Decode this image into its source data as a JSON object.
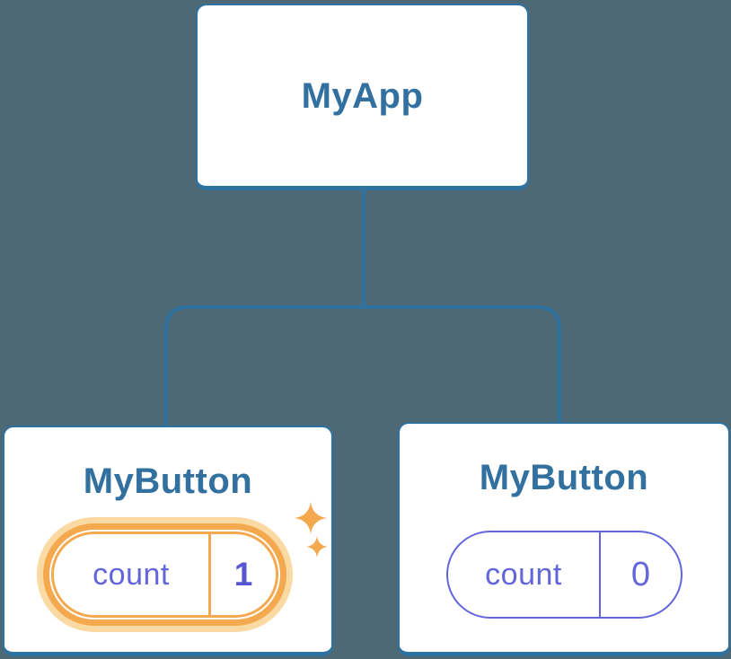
{
  "colors": {
    "background": "#4D6975",
    "connector_blue": "#2E72A2",
    "node_title_blue": "#31709F",
    "state_indigo": "#6365DB",
    "state_value_indigo": "#5557D2",
    "highlight_orange": "#F5A94F",
    "highlight_orange_pale": "#FBD9A3",
    "card_background": "#FFFFFF"
  },
  "icons": {
    "sparkles": "two four-point sparkle stars marking updated state"
  },
  "tree": {
    "root": {
      "label": "MyApp"
    },
    "children": [
      {
        "label": "MyButton",
        "highlighted": true,
        "state": {
          "key": "count",
          "value": "1"
        }
      },
      {
        "label": "MyButton",
        "highlighted": false,
        "state": {
          "key": "count",
          "value": "0"
        }
      }
    ]
  }
}
